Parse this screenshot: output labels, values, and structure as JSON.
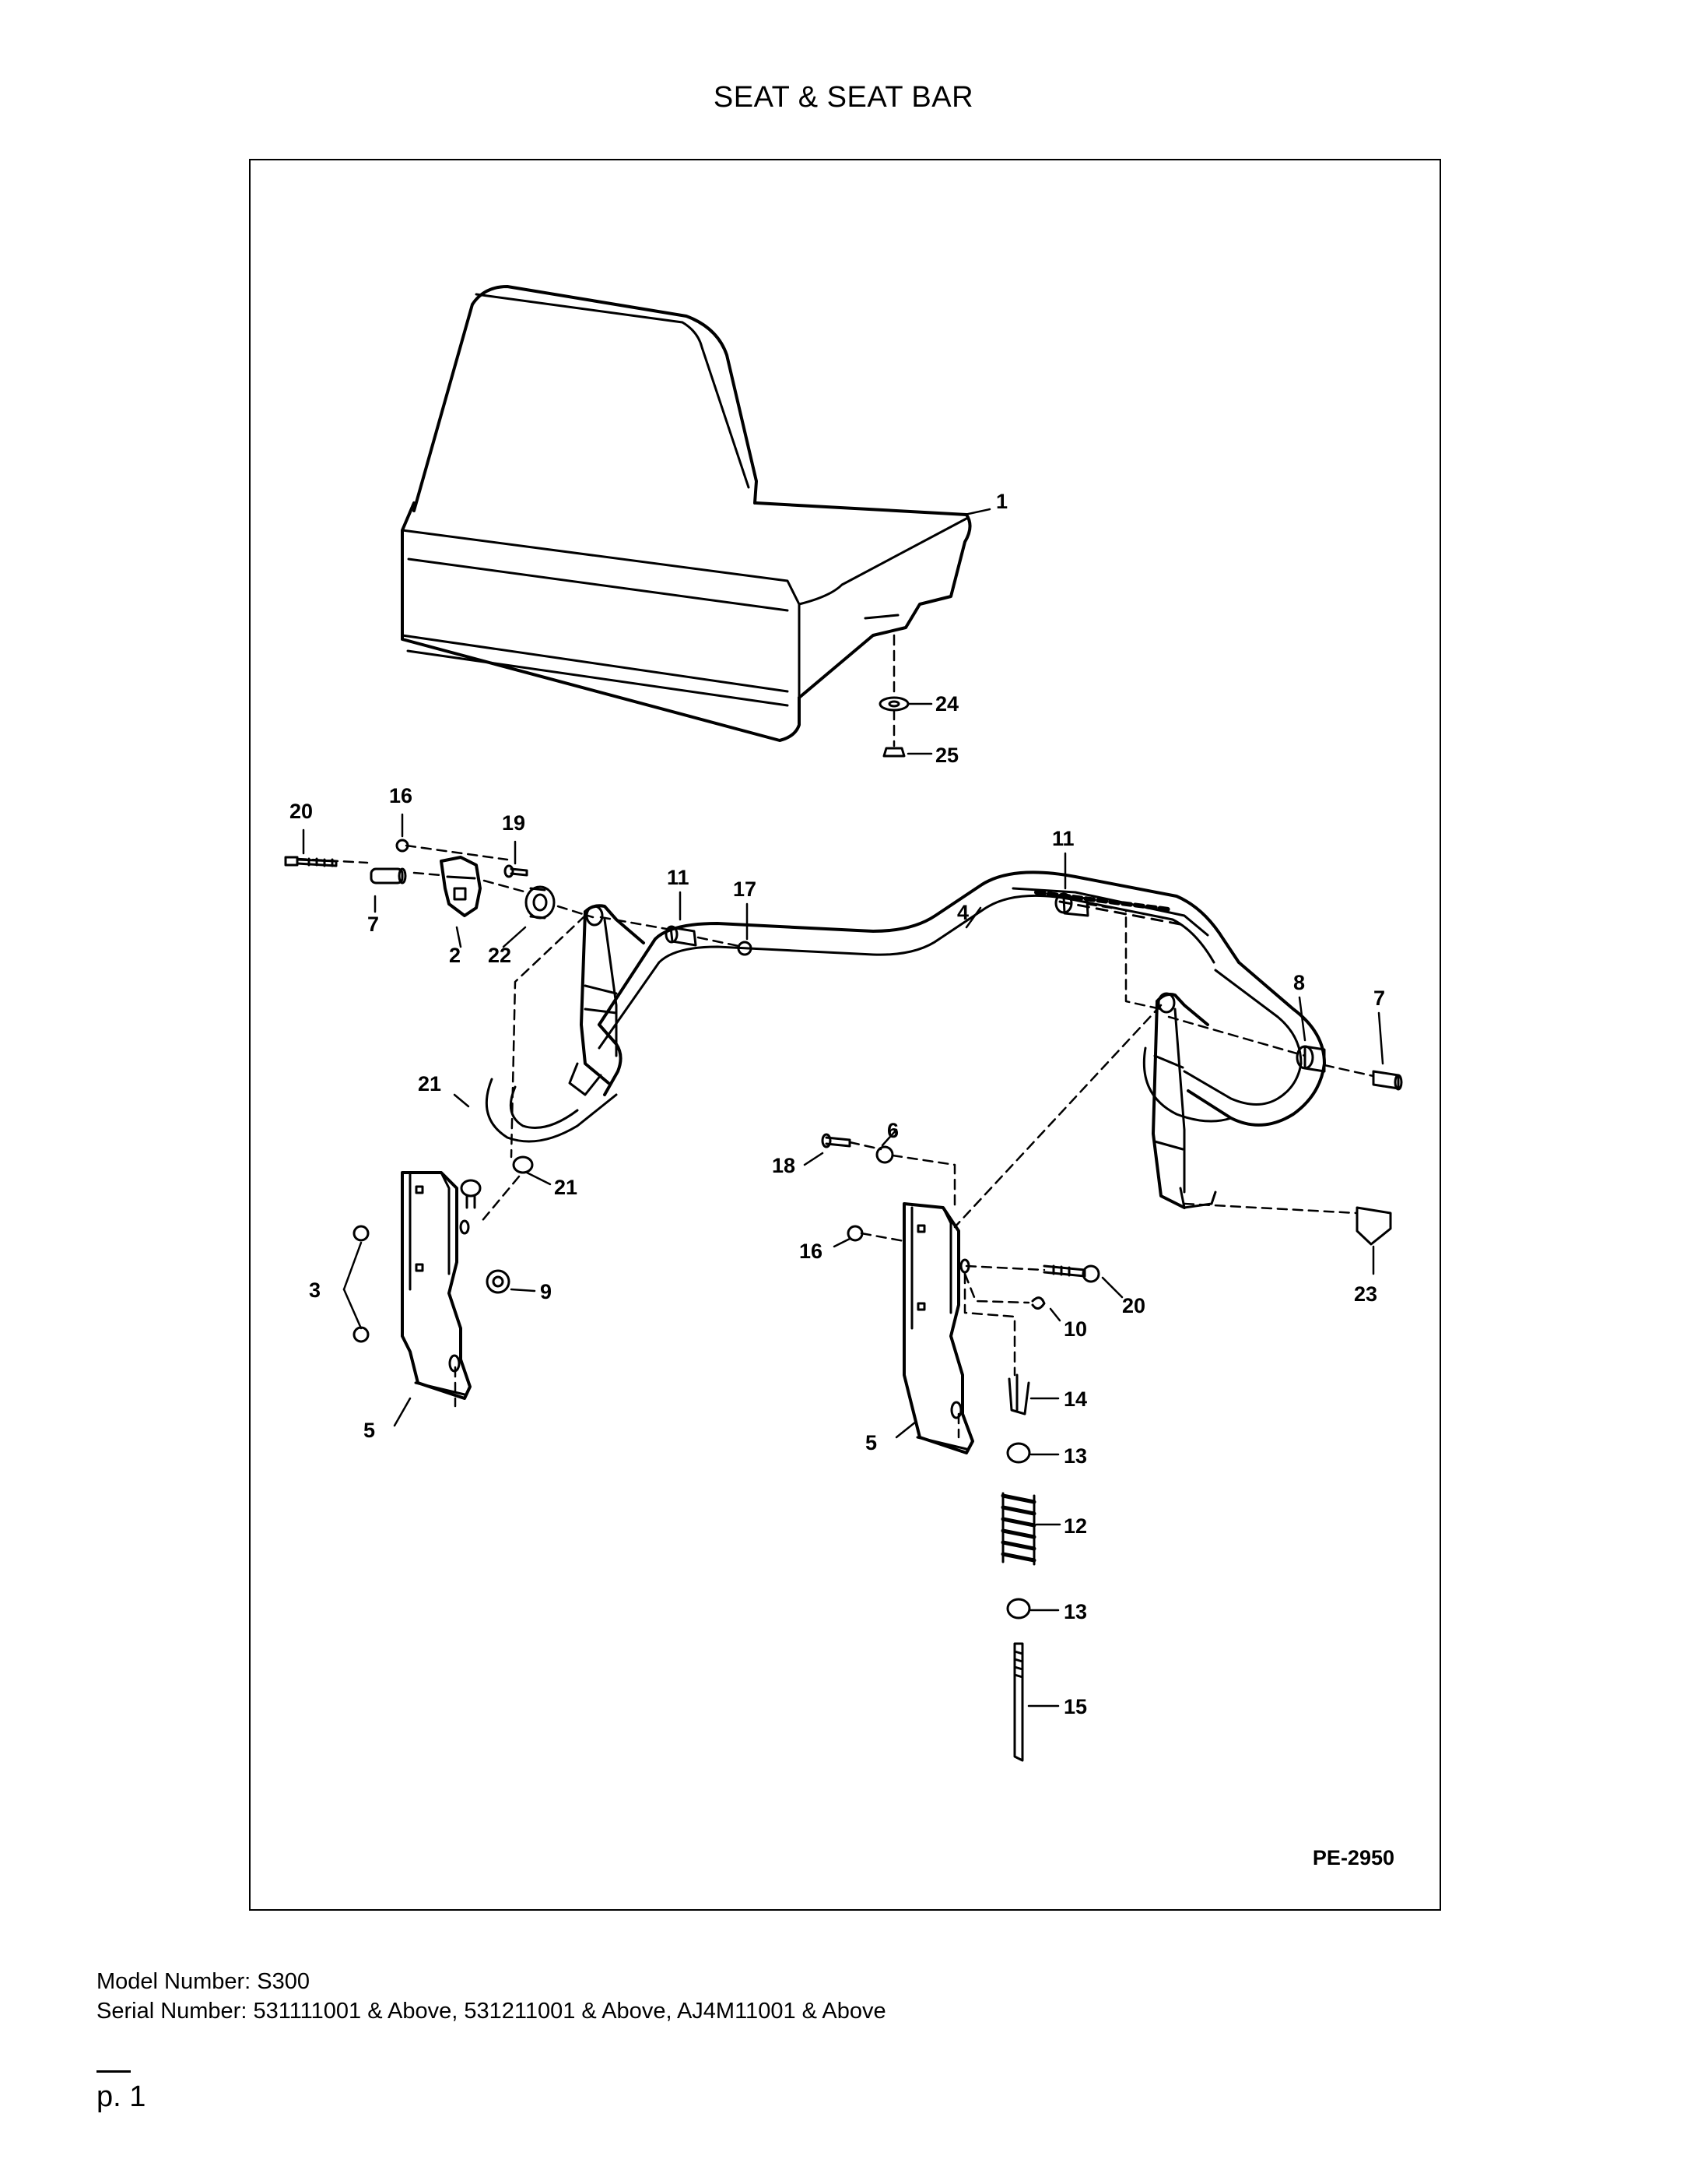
{
  "title": "SEAT & SEAT BAR",
  "diagram": {
    "reference_code": "PE-2950",
    "callouts": [
      {
        "id": "c1",
        "label": "1"
      },
      {
        "id": "c24",
        "label": "24"
      },
      {
        "id": "c25",
        "label": "25"
      },
      {
        "id": "c20a",
        "label": "20"
      },
      {
        "id": "c16a",
        "label": "16"
      },
      {
        "id": "c19",
        "label": "19"
      },
      {
        "id": "c11a",
        "label": "11"
      },
      {
        "id": "c17",
        "label": "17"
      },
      {
        "id": "c11b",
        "label": "11"
      },
      {
        "id": "c4",
        "label": "4"
      },
      {
        "id": "c7a",
        "label": "7"
      },
      {
        "id": "c2",
        "label": "2"
      },
      {
        "id": "c22",
        "label": "22"
      },
      {
        "id": "c8",
        "label": "8"
      },
      {
        "id": "c7b",
        "label": "7"
      },
      {
        "id": "c21a",
        "label": "21"
      },
      {
        "id": "c21b",
        "label": "21"
      },
      {
        "id": "c6",
        "label": "6"
      },
      {
        "id": "c18",
        "label": "18"
      },
      {
        "id": "c16b",
        "label": "16"
      },
      {
        "id": "c3",
        "label": "3"
      },
      {
        "id": "c9",
        "label": "9"
      },
      {
        "id": "c20b",
        "label": "20"
      },
      {
        "id": "c23",
        "label": "23"
      },
      {
        "id": "c10",
        "label": "10"
      },
      {
        "id": "c14",
        "label": "14"
      },
      {
        "id": "c5a",
        "label": "5"
      },
      {
        "id": "c5b",
        "label": "5"
      },
      {
        "id": "c13a",
        "label": "13"
      },
      {
        "id": "c12",
        "label": "12"
      },
      {
        "id": "c13b",
        "label": "13"
      },
      {
        "id": "c15",
        "label": "15"
      }
    ]
  },
  "footer": {
    "model_line": "Model Number: S300",
    "serial_line": "Serial Number: 531111001 & Above, 531211001 & Above, AJ4M11001 & Above"
  },
  "page_label": "p. 1"
}
